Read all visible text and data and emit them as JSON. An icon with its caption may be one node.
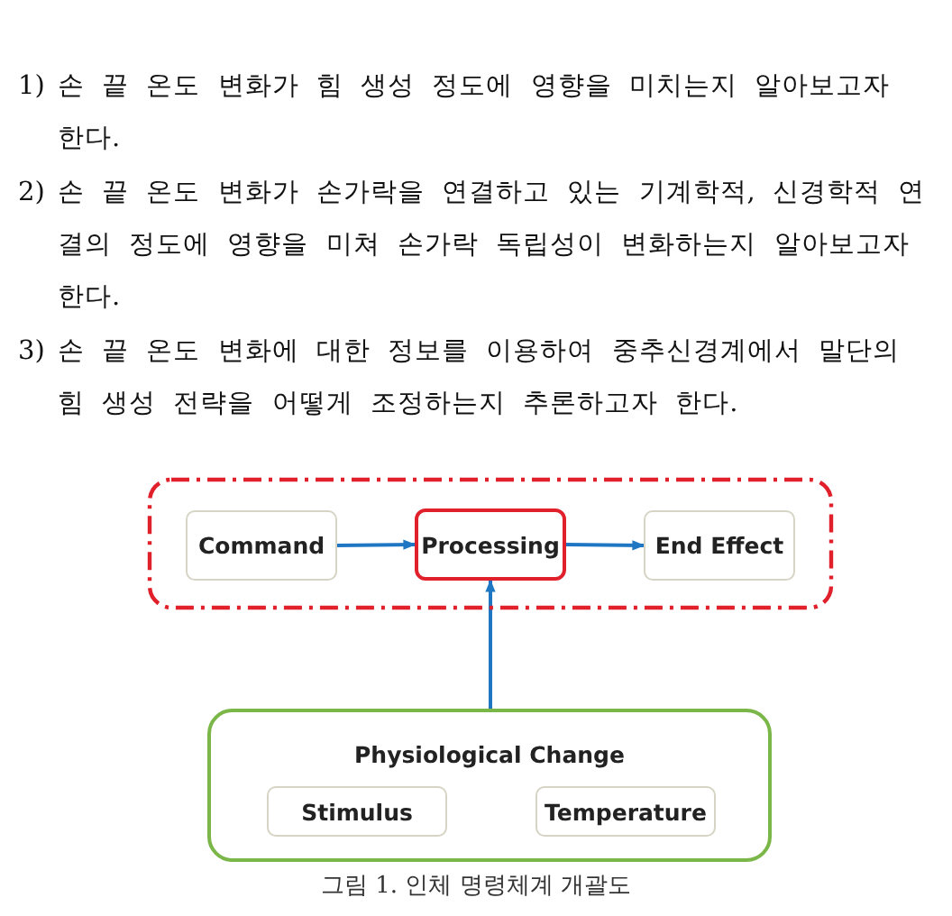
{
  "diagram": {
    "caption": "그림 1. 인체 명령체계 개괄도",
    "nodes": [
      {
        "text": [],
        "shape": "box"
      },
      {
        "text": [
          "Command"
        ],
        "in": 0
      },
      {
        "text": [
          "Processing"
        ],
        "in": 0
      },
      {
        "text": [
          "End Effect"
        ],
        "in": 0
      },
      {
        "text": [
          "Physiological Change"
        ]
      },
      {
        "text": [
          "Stimulus"
        ],
        "in": 4
      },
      {
        "text": [
          "Temperature"
        ],
        "in": 4
      }
    ],
    "edges": [
      {
        "from": 1,
        "to": 2,
        "arrow": "to"
      },
      {
        "from": 2,
        "to": 3,
        "arrow": "to"
      },
      {
        "from": 4,
        "to": 2,
        "arrow": "to"
      }
    ],
    "labels": [
      "1)",
      "손 끝 온도 변화가 힘 생성 정도에 영향을 미치는지 알아보고자 한다.",
      "2)",
      "손 끝 온도 변화가 손가락을 연결하고 있는 기계학적, 신경학적 연결의 정도에 영향을 미쳐 손가락 독립성이 변화하는지 알아보고자 한다.",
      "3)",
      "손 끝 온도 변화에 대한 정보를 이용하여 중추신경계에서 말단의 힘 생성 전략을 어떻게 조정하는지 추론하고자 한다."
    ]
  }
}
